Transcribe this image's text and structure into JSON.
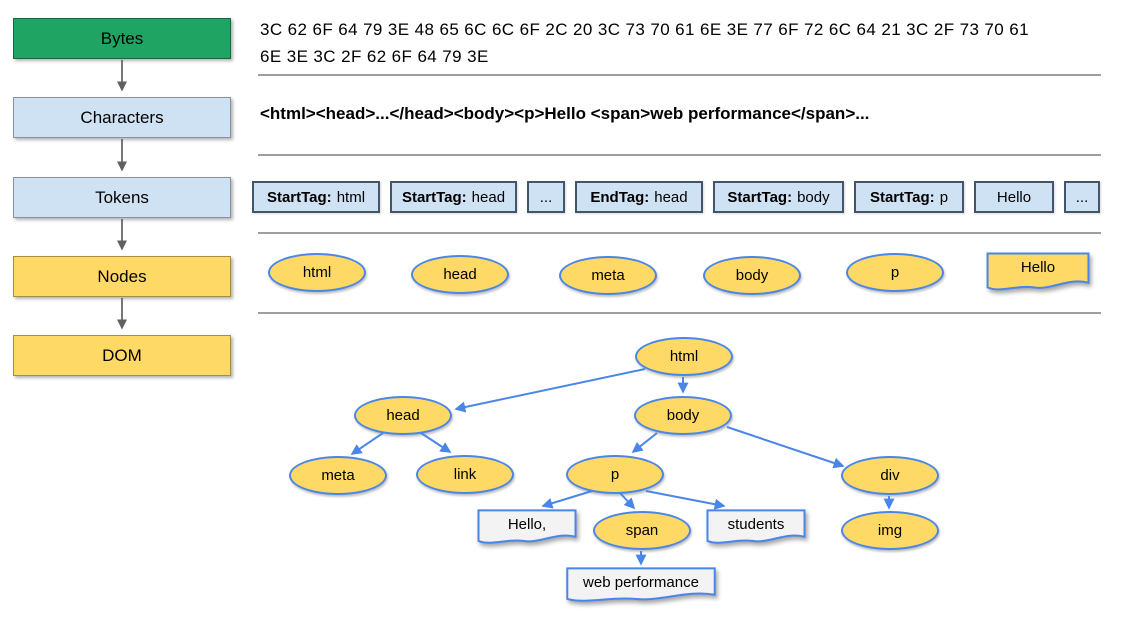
{
  "colors": {
    "bytes_fill": "#1FA463",
    "stage_blue_fill": "#cfe2f3",
    "stage_yellow_fill": "#ffd966",
    "node_border_blue": "#4a86e8",
    "token_border": "#44546a",
    "arrow_blue": "#4a86e8",
    "arrow_gray": "#606060",
    "divider_gray": "#9e9e9e",
    "textnode_white_fill": "#f3f3f3"
  },
  "pipeline": {
    "stages": [
      {
        "label": "Bytes"
      },
      {
        "label": "Characters"
      },
      {
        "label": "Tokens"
      },
      {
        "label": "Nodes"
      },
      {
        "label": "DOM"
      }
    ]
  },
  "bytes_row": {
    "lines": [
      "3C 62 6F 64 79 3E 48 65 6C 6C 6F 2C 20 3C 73 70 61 6E 3E 77 6F 72 6C 64 21 3C 2F 73 70 61",
      "6E 3E 3C 2F 62 6F 64 79 3E"
    ]
  },
  "characters_row": {
    "text": "<html><head>...</head><body><p>Hello <span>web performance</span>..."
  },
  "tokens_row": {
    "items": [
      {
        "type": "StartTag:",
        "value": "html"
      },
      {
        "type": "StartTag:",
        "value": "head"
      },
      {
        "type": "",
        "value": "..."
      },
      {
        "type": "EndTag:",
        "value": "head"
      },
      {
        "type": "StartTag:",
        "value": "body"
      },
      {
        "type": "StartTag:",
        "value": "p"
      },
      {
        "type": "",
        "value": "Hello"
      },
      {
        "type": "",
        "value": "..."
      }
    ]
  },
  "nodes_row": {
    "elements": [
      {
        "label": "html"
      },
      {
        "label": "head"
      },
      {
        "label": "meta"
      },
      {
        "label": "body"
      },
      {
        "label": "p"
      }
    ],
    "text_node": {
      "label": "Hello"
    }
  },
  "dom_tree": {
    "elements": {
      "html": "html",
      "head": "head",
      "body": "body",
      "meta": "meta",
      "link": "link",
      "p": "p",
      "div": "div",
      "span": "span",
      "img": "img"
    },
    "text_nodes": {
      "hello": "Hello,",
      "students": "students",
      "web_performance": "web performance"
    }
  }
}
